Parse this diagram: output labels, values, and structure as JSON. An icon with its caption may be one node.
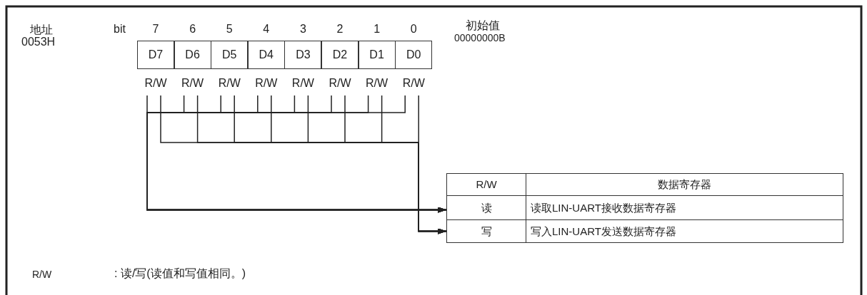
{
  "diagram": {
    "nodes": [
      {
        "text": [
          "D7"
        ],
        "beside": [
          "7",
          "R/W"
        ]
      },
      {
        "text": [
          "D6"
        ],
        "beside": [
          "6",
          "R/W"
        ]
      },
      {
        "text": [
          "D5"
        ],
        "beside": [
          "5",
          "R/W"
        ]
      },
      {
        "text": [
          "D4"
        ],
        "beside": [
          "4",
          "R/W"
        ]
      },
      {
        "text": [
          "D3"
        ],
        "beside": [
          "3",
          "R/W"
        ]
      },
      {
        "text": [
          "D2"
        ],
        "beside": [
          "2",
          "R/W"
        ]
      },
      {
        "text": [
          "D1"
        ],
        "beside": [
          "1",
          "R/W"
        ]
      },
      {
        "text": [
          "D0"
        ],
        "beside": [
          "0",
          "R/W"
        ]
      },
      {
        "text": [
          "读",
          "读取LIN-UART接收数据寄存器"
        ]
      },
      {
        "text": [
          "写",
          "写入LIN-UART发送数据寄存器"
        ]
      }
    ],
    "edges": [
      {
        "from": 0,
        "to": 8,
        "arrow": "to"
      },
      {
        "from": 1,
        "to": 8,
        "arrow": "to"
      },
      {
        "from": 2,
        "to": 8,
        "arrow": "to"
      },
      {
        "from": 3,
        "to": 8,
        "arrow": "to"
      },
      {
        "from": 4,
        "to": 8,
        "arrow": "to"
      },
      {
        "from": 5,
        "to": 8,
        "arrow": "to"
      },
      {
        "from": 6,
        "to": 8,
        "arrow": "to"
      },
      {
        "from": 7,
        "to": 8,
        "arrow": "to"
      },
      {
        "from": 0,
        "to": 9,
        "arrow": "to"
      },
      {
        "from": 1,
        "to": 9,
        "arrow": "to"
      },
      {
        "from": 2,
        "to": 9,
        "arrow": "to"
      },
      {
        "from": 3,
        "to": 9,
        "arrow": "to"
      },
      {
        "from": 4,
        "to": 9,
        "arrow": "to"
      },
      {
        "from": 5,
        "to": 9,
        "arrow": "to"
      },
      {
        "from": 6,
        "to": 9,
        "arrow": "to"
      },
      {
        "from": 7,
        "to": 9,
        "arrow": "to"
      }
    ],
    "labels": [
      "地址",
      "0053H",
      "bit",
      "初始值",
      "00000000B",
      "R/W",
      "数据寄存器",
      "R/W",
      ": 读/写(读值和写值相同。)"
    ]
  }
}
